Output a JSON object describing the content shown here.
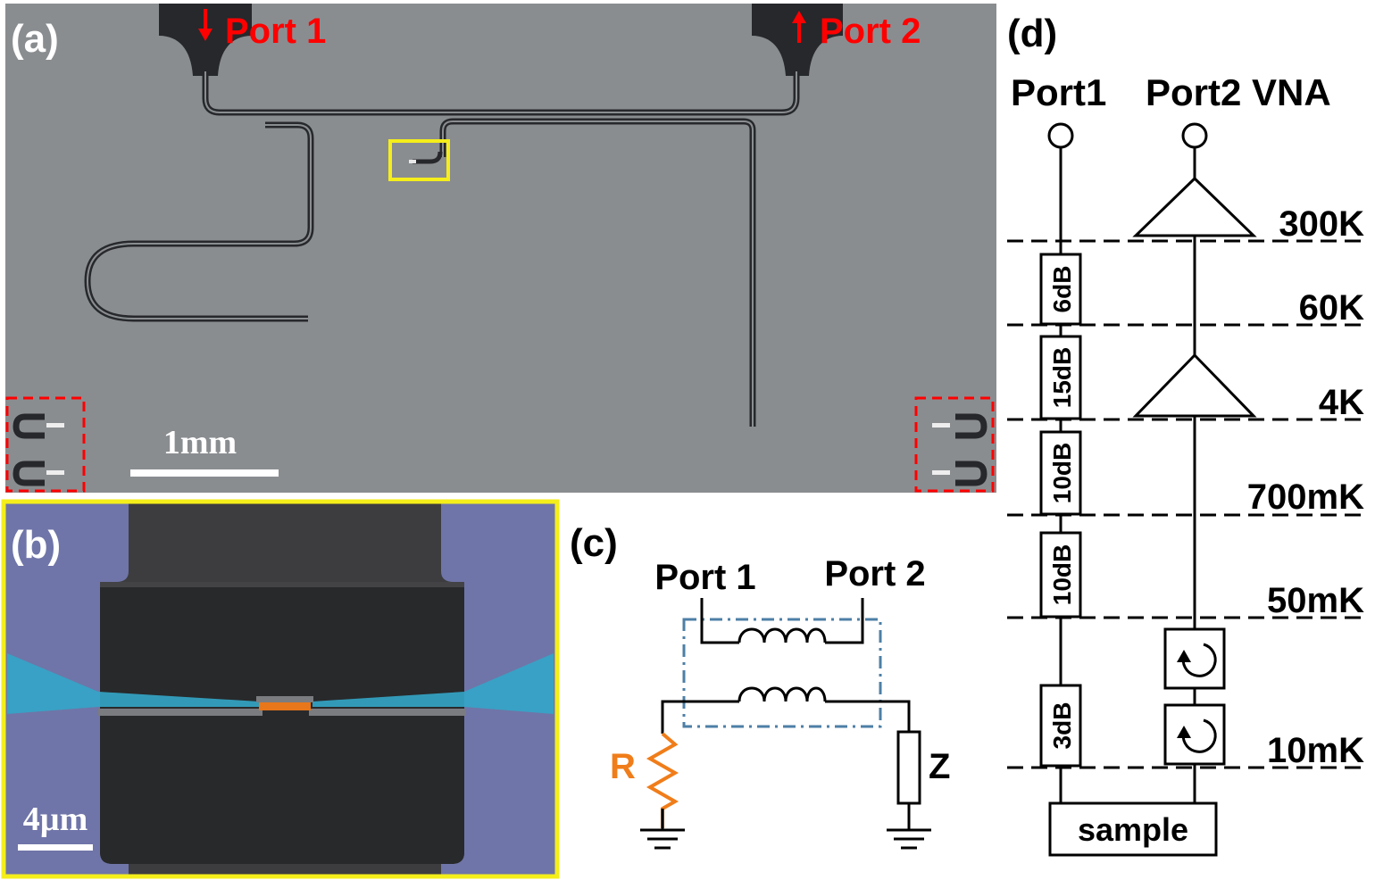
{
  "panel_a": {
    "label": "(a)",
    "port1": "Port 1",
    "port2": "Port 2",
    "scale_bar": "1mm",
    "colors": {
      "substrate": "#8a8d90",
      "metal": "#26282b",
      "highlight": "#f5ee1a",
      "port_text": "#ff0000"
    }
  },
  "panel_b": {
    "label": "(b)",
    "scale_bar": "4µm",
    "colors": {
      "frame": "#f5ee1a",
      "pads": "#6f75a8",
      "lead": "#33a6c8",
      "junction": "#e8761a"
    }
  },
  "panel_c": {
    "label": "(c)",
    "port1": "Port 1",
    "port2": "Port 2",
    "resistor": "R",
    "impedance": "Z",
    "colors": {
      "resistor": "#f07d1a",
      "box": "#4d7fa6"
    }
  },
  "panel_d": {
    "label": "(d)",
    "port1": "Port1",
    "port2_vna": "Port2 VNA",
    "temps": [
      "300K",
      "60K",
      "4K",
      "700mK",
      "50mK",
      "10mK"
    ],
    "attenuators": [
      "6dB",
      "15dB",
      "10dB",
      "10dB",
      "3dB"
    ],
    "sample": "sample"
  }
}
